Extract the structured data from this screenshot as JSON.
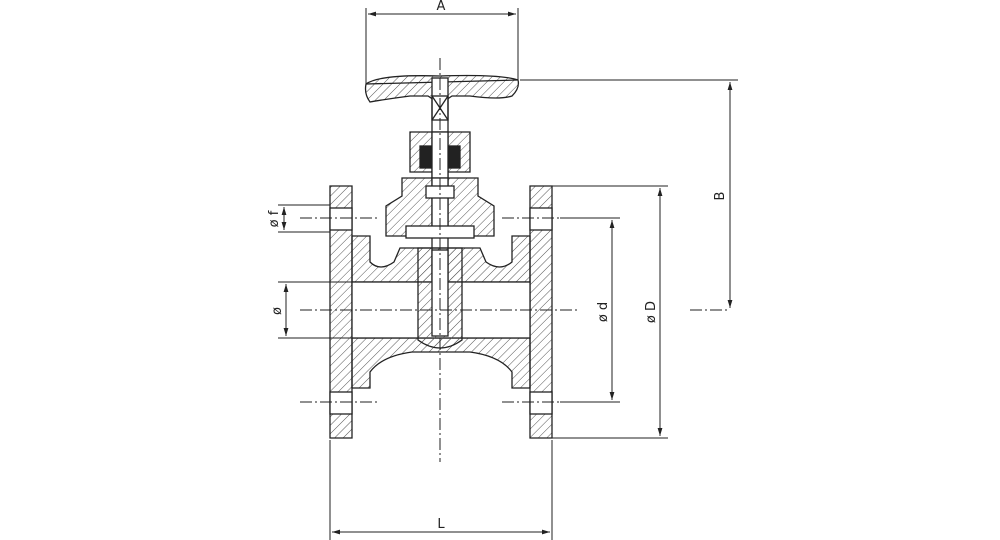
{
  "drawing": {
    "dimensions": {
      "A": "A",
      "B": "B",
      "L": "L",
      "phi_D": "ø D",
      "phi_d": "ø d",
      "phi_f": "ø f",
      "phi": "ø"
    }
  },
  "colors": {
    "line": "#222222",
    "hatch": "#555555",
    "background": "#ffffff"
  }
}
